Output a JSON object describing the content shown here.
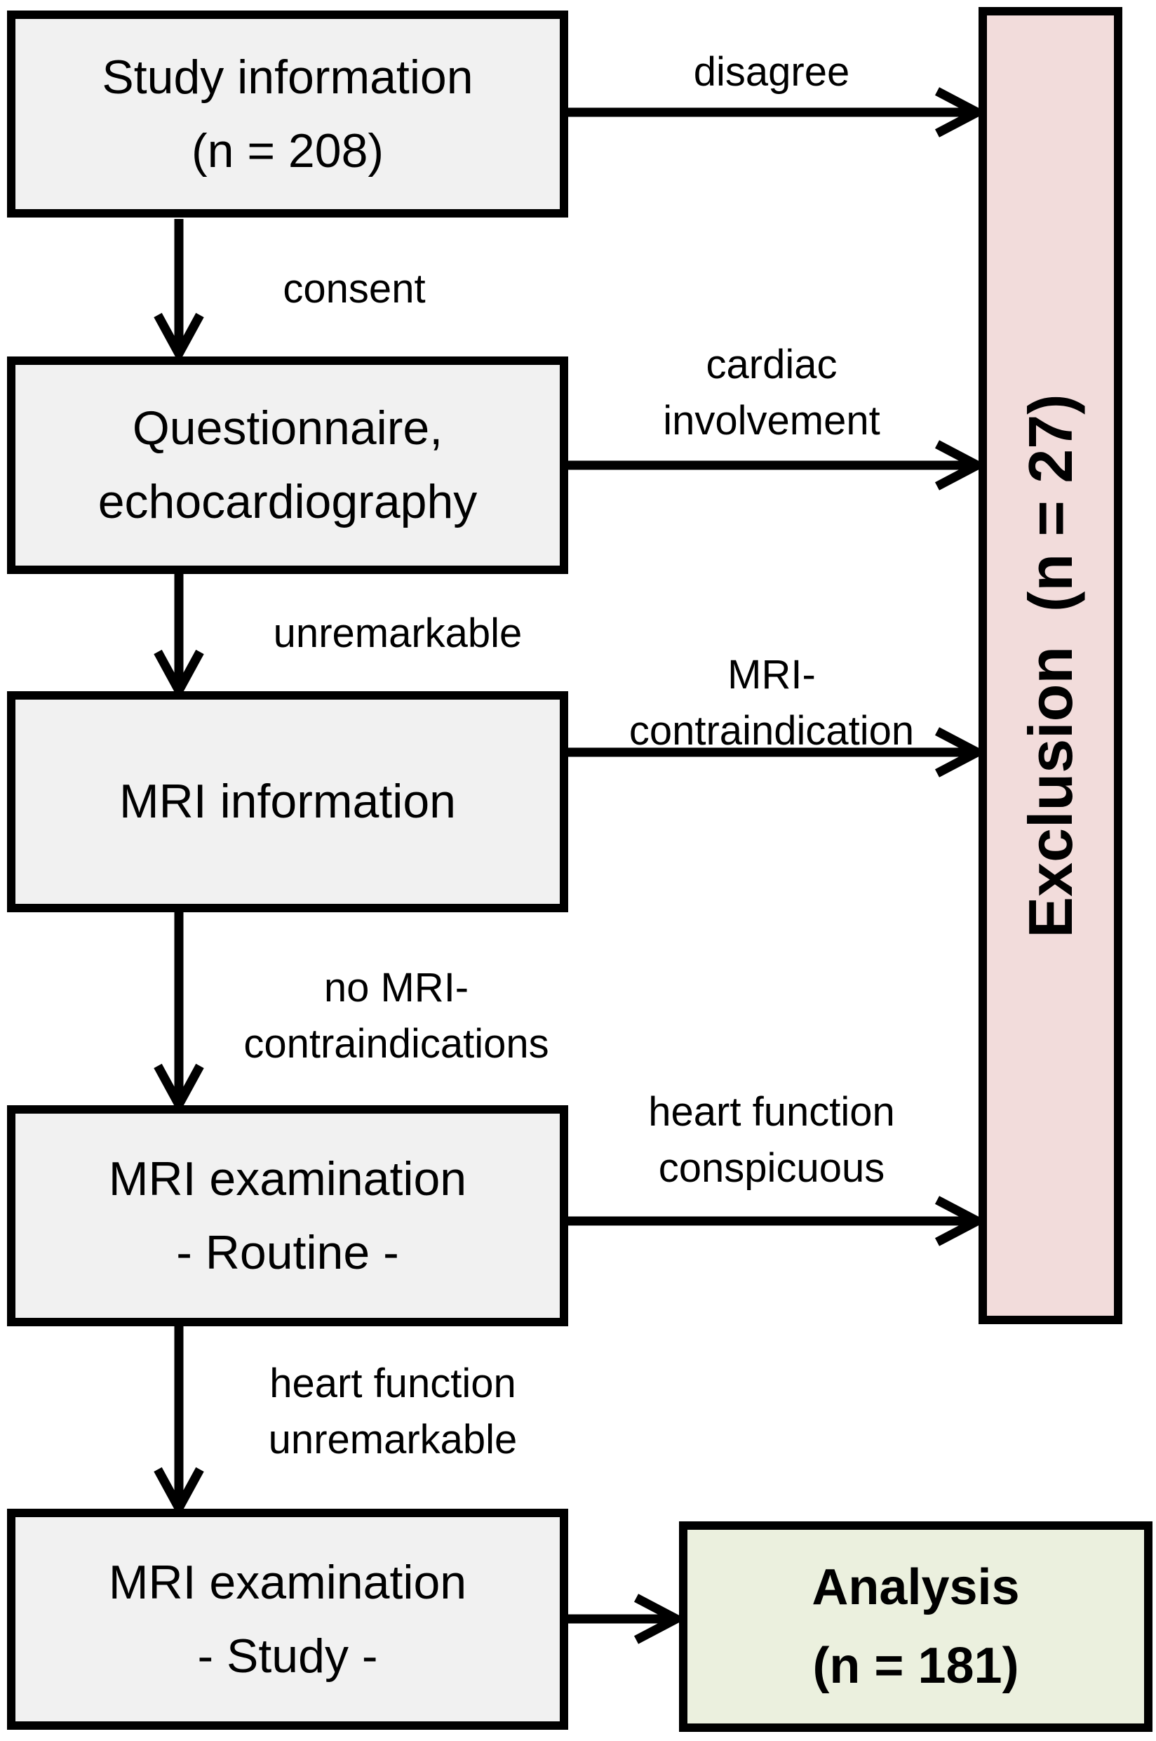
{
  "diagram": {
    "process_boxes": [
      {
        "line1": "Study information",
        "line2": "(n = 208)"
      },
      {
        "line1": "Questionnaire,",
        "line2": "echocardiography"
      },
      {
        "line1": "MRI information"
      },
      {
        "line1": "MRI examination",
        "line2": "- Routine -"
      },
      {
        "line1": "MRI examination",
        "line2": "- Study -"
      }
    ],
    "exclusion_box": {
      "label": "Exclusion  (n = 27)"
    },
    "analysis_box": {
      "line1": "Analysis",
      "line2": "(n = 181)"
    },
    "down_edge_labels": [
      {
        "line1": "consent"
      },
      {
        "line1": "unremarkable"
      },
      {
        "line1": "no MRI-",
        "line2": "contraindications"
      },
      {
        "line1": "heart function",
        "line2": "unremarkable"
      }
    ],
    "right_edge_labels": [
      {
        "line1": "disagree"
      },
      {
        "line1": "cardiac",
        "line2": "involvement"
      },
      {
        "line1": "MRI-",
        "line2": "contraindication"
      },
      {
        "line1": "heart function",
        "line2": "conspicuous"
      }
    ],
    "colors": {
      "process_fill": "#f1f1f1",
      "exclusion_fill": "#f2dcdb",
      "analysis_fill": "#ebf0de",
      "line_color": "#000000"
    }
  }
}
